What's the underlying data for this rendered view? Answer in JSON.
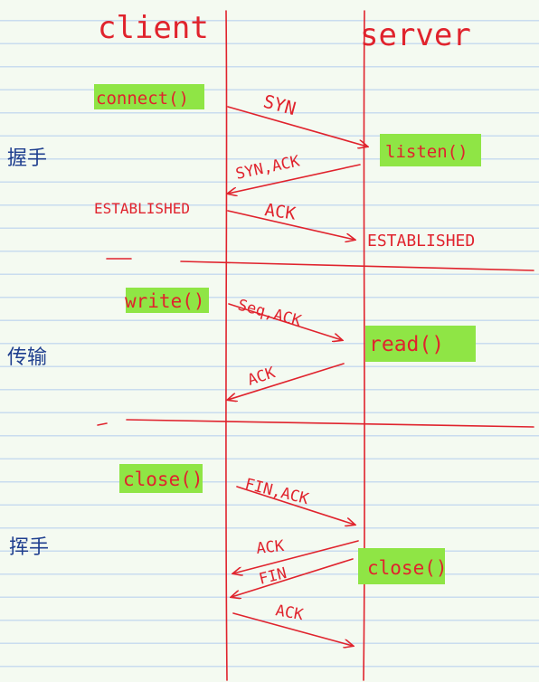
{
  "headers": {
    "client": "client",
    "server": "server"
  },
  "phases": {
    "handshake": "握手",
    "transfer": "传输",
    "wave": "挥手"
  },
  "client_calls": {
    "connect": "connect()",
    "write": "write()",
    "close": "close()"
  },
  "server_calls": {
    "listen": "listen()",
    "read": "read()",
    "close": "close()"
  },
  "states": {
    "client_established": "ESTABLISHED",
    "server_established": "ESTABLISHED"
  },
  "messages": {
    "syn": "SYN",
    "syn_ack": "SYN,ACK",
    "ack_1": "ACK",
    "seq_ack": "Seq,ACK",
    "ack_2": "ACK",
    "fin_ack": "FIN,ACK",
    "ack_3": "ACK",
    "fin": "FIN",
    "ack_4": "ACK"
  },
  "colors": {
    "ink": "#e0232d",
    "highlight": "#8fe545",
    "phase_ink": "#1f3f8f",
    "ruled_line": "#c9dcef"
  }
}
